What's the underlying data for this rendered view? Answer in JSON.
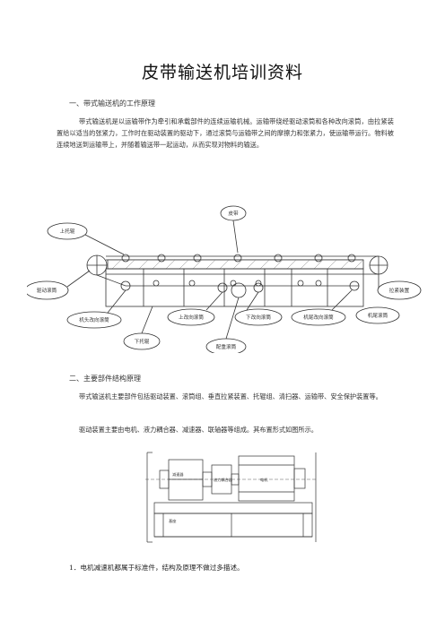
{
  "document": {
    "title": "皮带输送机培训资料",
    "section1": {
      "heading": "一、带式输送机的工作原理",
      "paragraph": "带式输送机是以运输带作为牵引和承载部件的连续运输机械。运输带绕经驱动滚筒和各种改向滚筒，由拉紧装置给以适当的张紧力，工作时在驱动装置的驱动下，通过滚筒与运输带之间的摩擦力和张紧力，使运输带运行。物料被连续地送到运输带上，并随着输送带一起运动，从而实现对物料的输送。"
    },
    "diagram1": {
      "labels": {
        "belt": "皮带",
        "upper_idler": "上托辊",
        "drive_pulley": "驱动滚筒",
        "take_up": "拉紧装置",
        "head_bend_pulley": "机头改向滚筒",
        "upper_bend_pulley": "上改向滚筒",
        "lower_bend_pulley": "下改向滚筒",
        "tail_bend_pulley": "机尾改向滚筒",
        "tail_pulley": "机尾滚筒",
        "lower_idler": "下托辊",
        "counterweight_pulley": "配重滚筒"
      }
    },
    "section2": {
      "heading": "二、主要部件结构原理",
      "paragraph1": "带式输送机主要部件包括驱动装置、滚筒组、垂直拉紧装置、托辊组、清扫器、运输带、安全保护装置等。",
      "paragraph2": "驱动装置主要由电机、液力耦合器、减速器、联轴器等组成。其布置形式如图所示。"
    },
    "diagram2": {
      "labels": {
        "reducer": "减速器",
        "coupling": "液力耦合器",
        "motor": "电机",
        "base": "基座"
      }
    },
    "item1": "1．电机减速机都属于标准件，结构及原理不做过多描述。"
  }
}
